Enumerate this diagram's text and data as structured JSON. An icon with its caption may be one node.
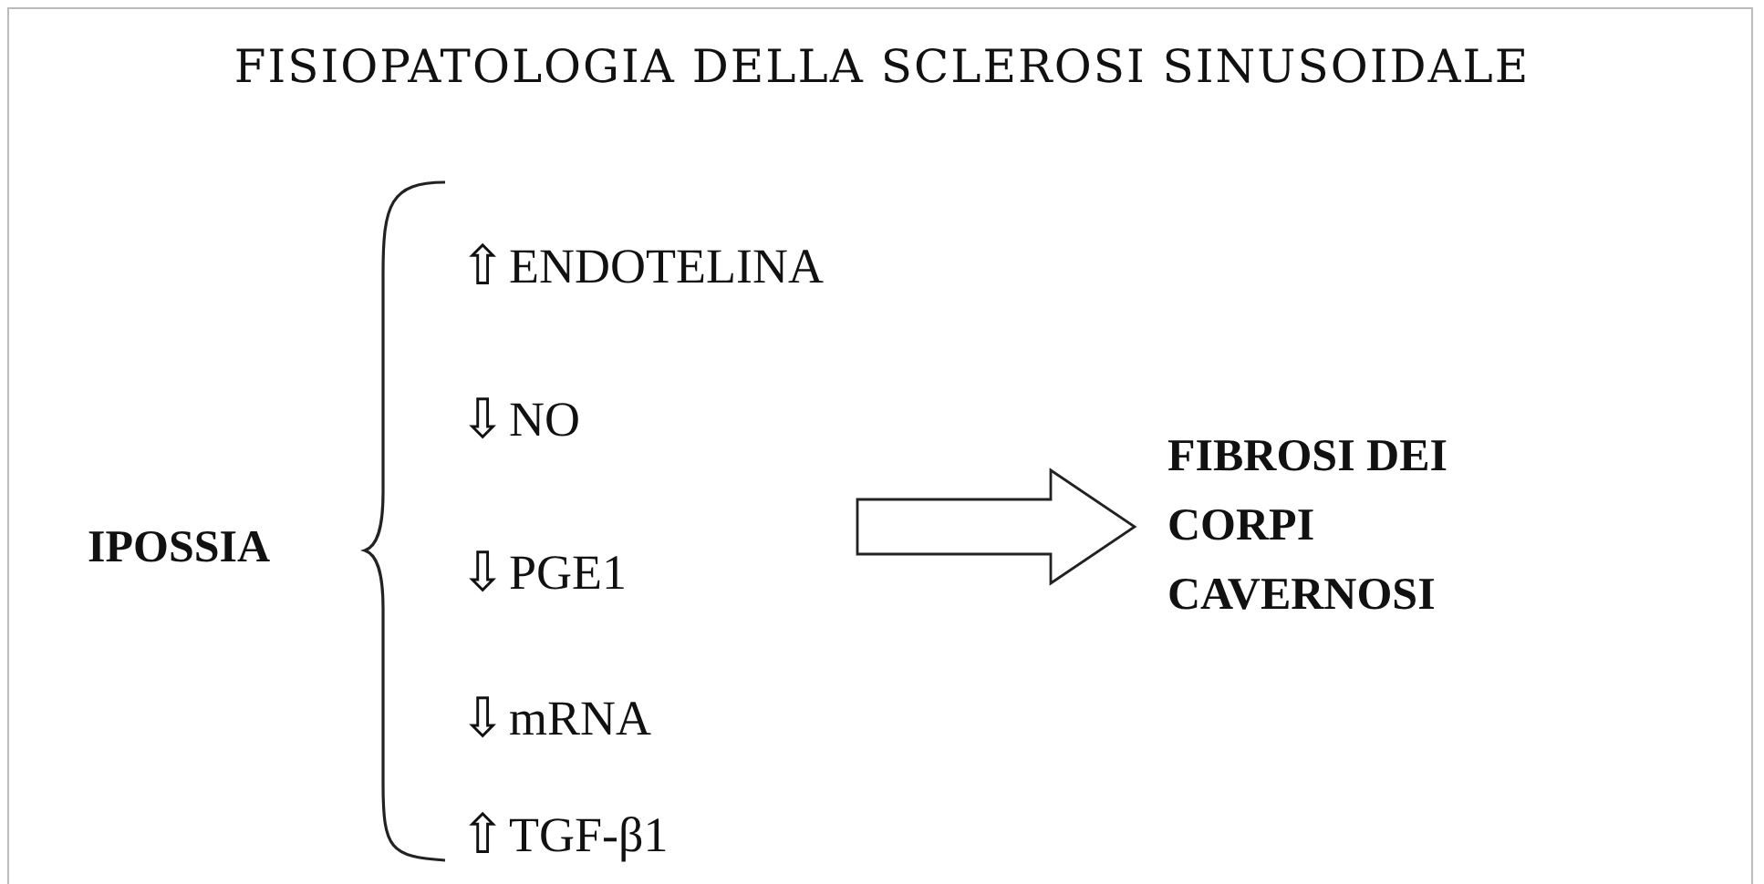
{
  "diagram": {
    "title": "FISIOPATOLOGIA DELLA SCLEROSI SINUSOIDALE",
    "nodes": [
      {
        "text": [
          "IPOSSIA"
        ]
      },
      {
        "text": [
          "ENDOTELINA"
        ],
        "beside": [
          "⇧"
        ]
      },
      {
        "text": [
          "NO"
        ],
        "beside": [
          "⇩"
        ]
      },
      {
        "text": [
          "PGE1"
        ],
        "beside": [
          "⇩"
        ]
      },
      {
        "text": [
          "mRNA"
        ],
        "beside": [
          "⇩"
        ]
      },
      {
        "text": [
          "TGF-β1"
        ],
        "beside": [
          "⇧"
        ]
      },
      {
        "text": [
          "FIBROSI DEI CORPI CAVERNOSI"
        ]
      }
    ],
    "edges": [
      {
        "from": null,
        "to": 6,
        "arrow": "to"
      }
    ]
  }
}
